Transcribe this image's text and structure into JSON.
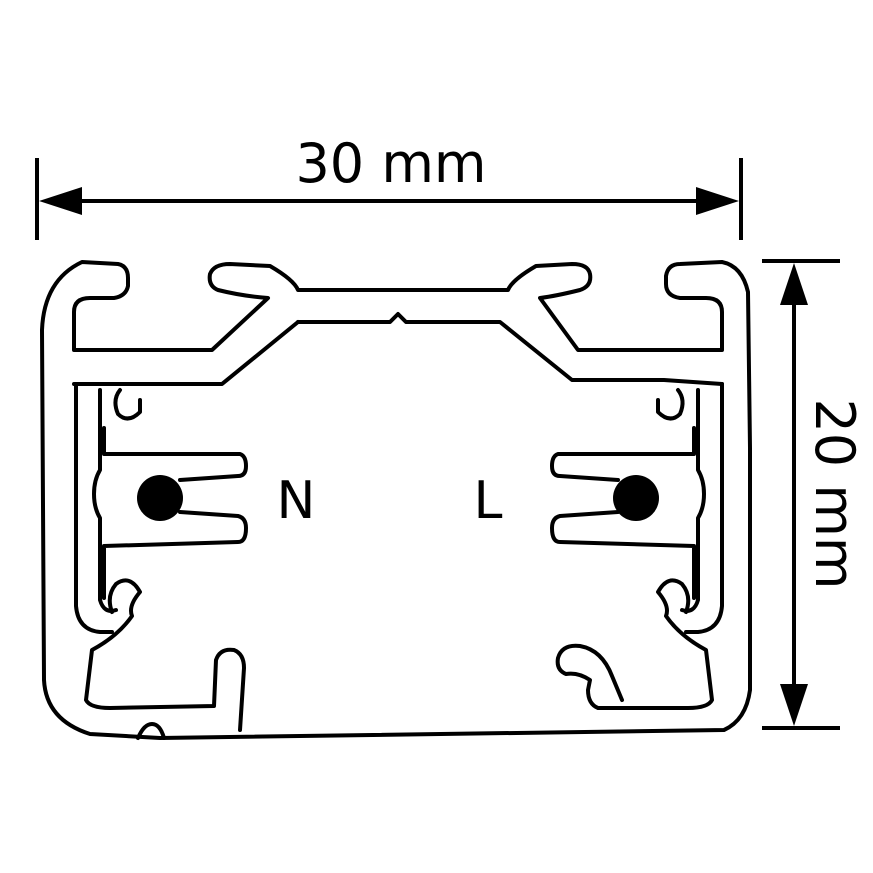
{
  "diagram": {
    "width_label": "30 mm",
    "height_label": "20 mm",
    "left_conductor_label": "N",
    "right_conductor_label": "L"
  },
  "colors": {
    "line": "#000000",
    "background": "#ffffff"
  }
}
